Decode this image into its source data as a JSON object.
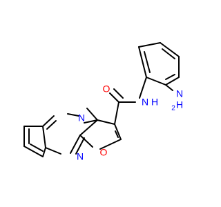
{
  "colors": {
    "bond": "#000000",
    "nitrogen": "#0000ff",
    "oxygen": "#ff0000"
  },
  "atoms": {
    "amine_N": "N",
    "amine_H": "H",
    "amine_H2": "2",
    "amide_N": "N",
    "amide_H": "H",
    "carbonyl_O": "O",
    "quinox_N_top": "N",
    "quinox_N_bottom": "N",
    "furan_O": "O"
  }
}
